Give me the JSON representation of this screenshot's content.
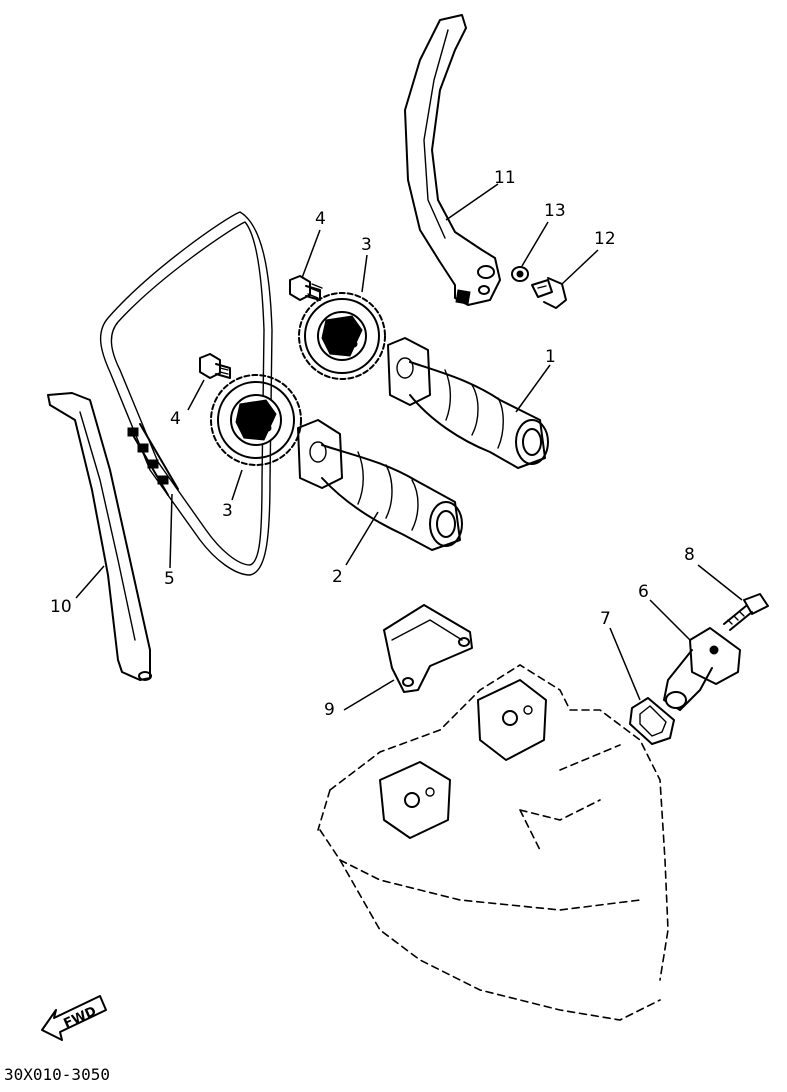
{
  "diagram": {
    "callouts": {
      "c1": "1",
      "c2": "2",
      "c3a": "3",
      "c3b": "3",
      "c4a": "4",
      "c4b": "4",
      "c5": "5",
      "c6": "6",
      "c7": "7",
      "c8": "8",
      "c9": "9",
      "c10": "10",
      "c11": "11",
      "c12": "12",
      "c13": "13"
    },
    "fwd_label": "FWD",
    "drawing_code": "30X010-3050"
  }
}
